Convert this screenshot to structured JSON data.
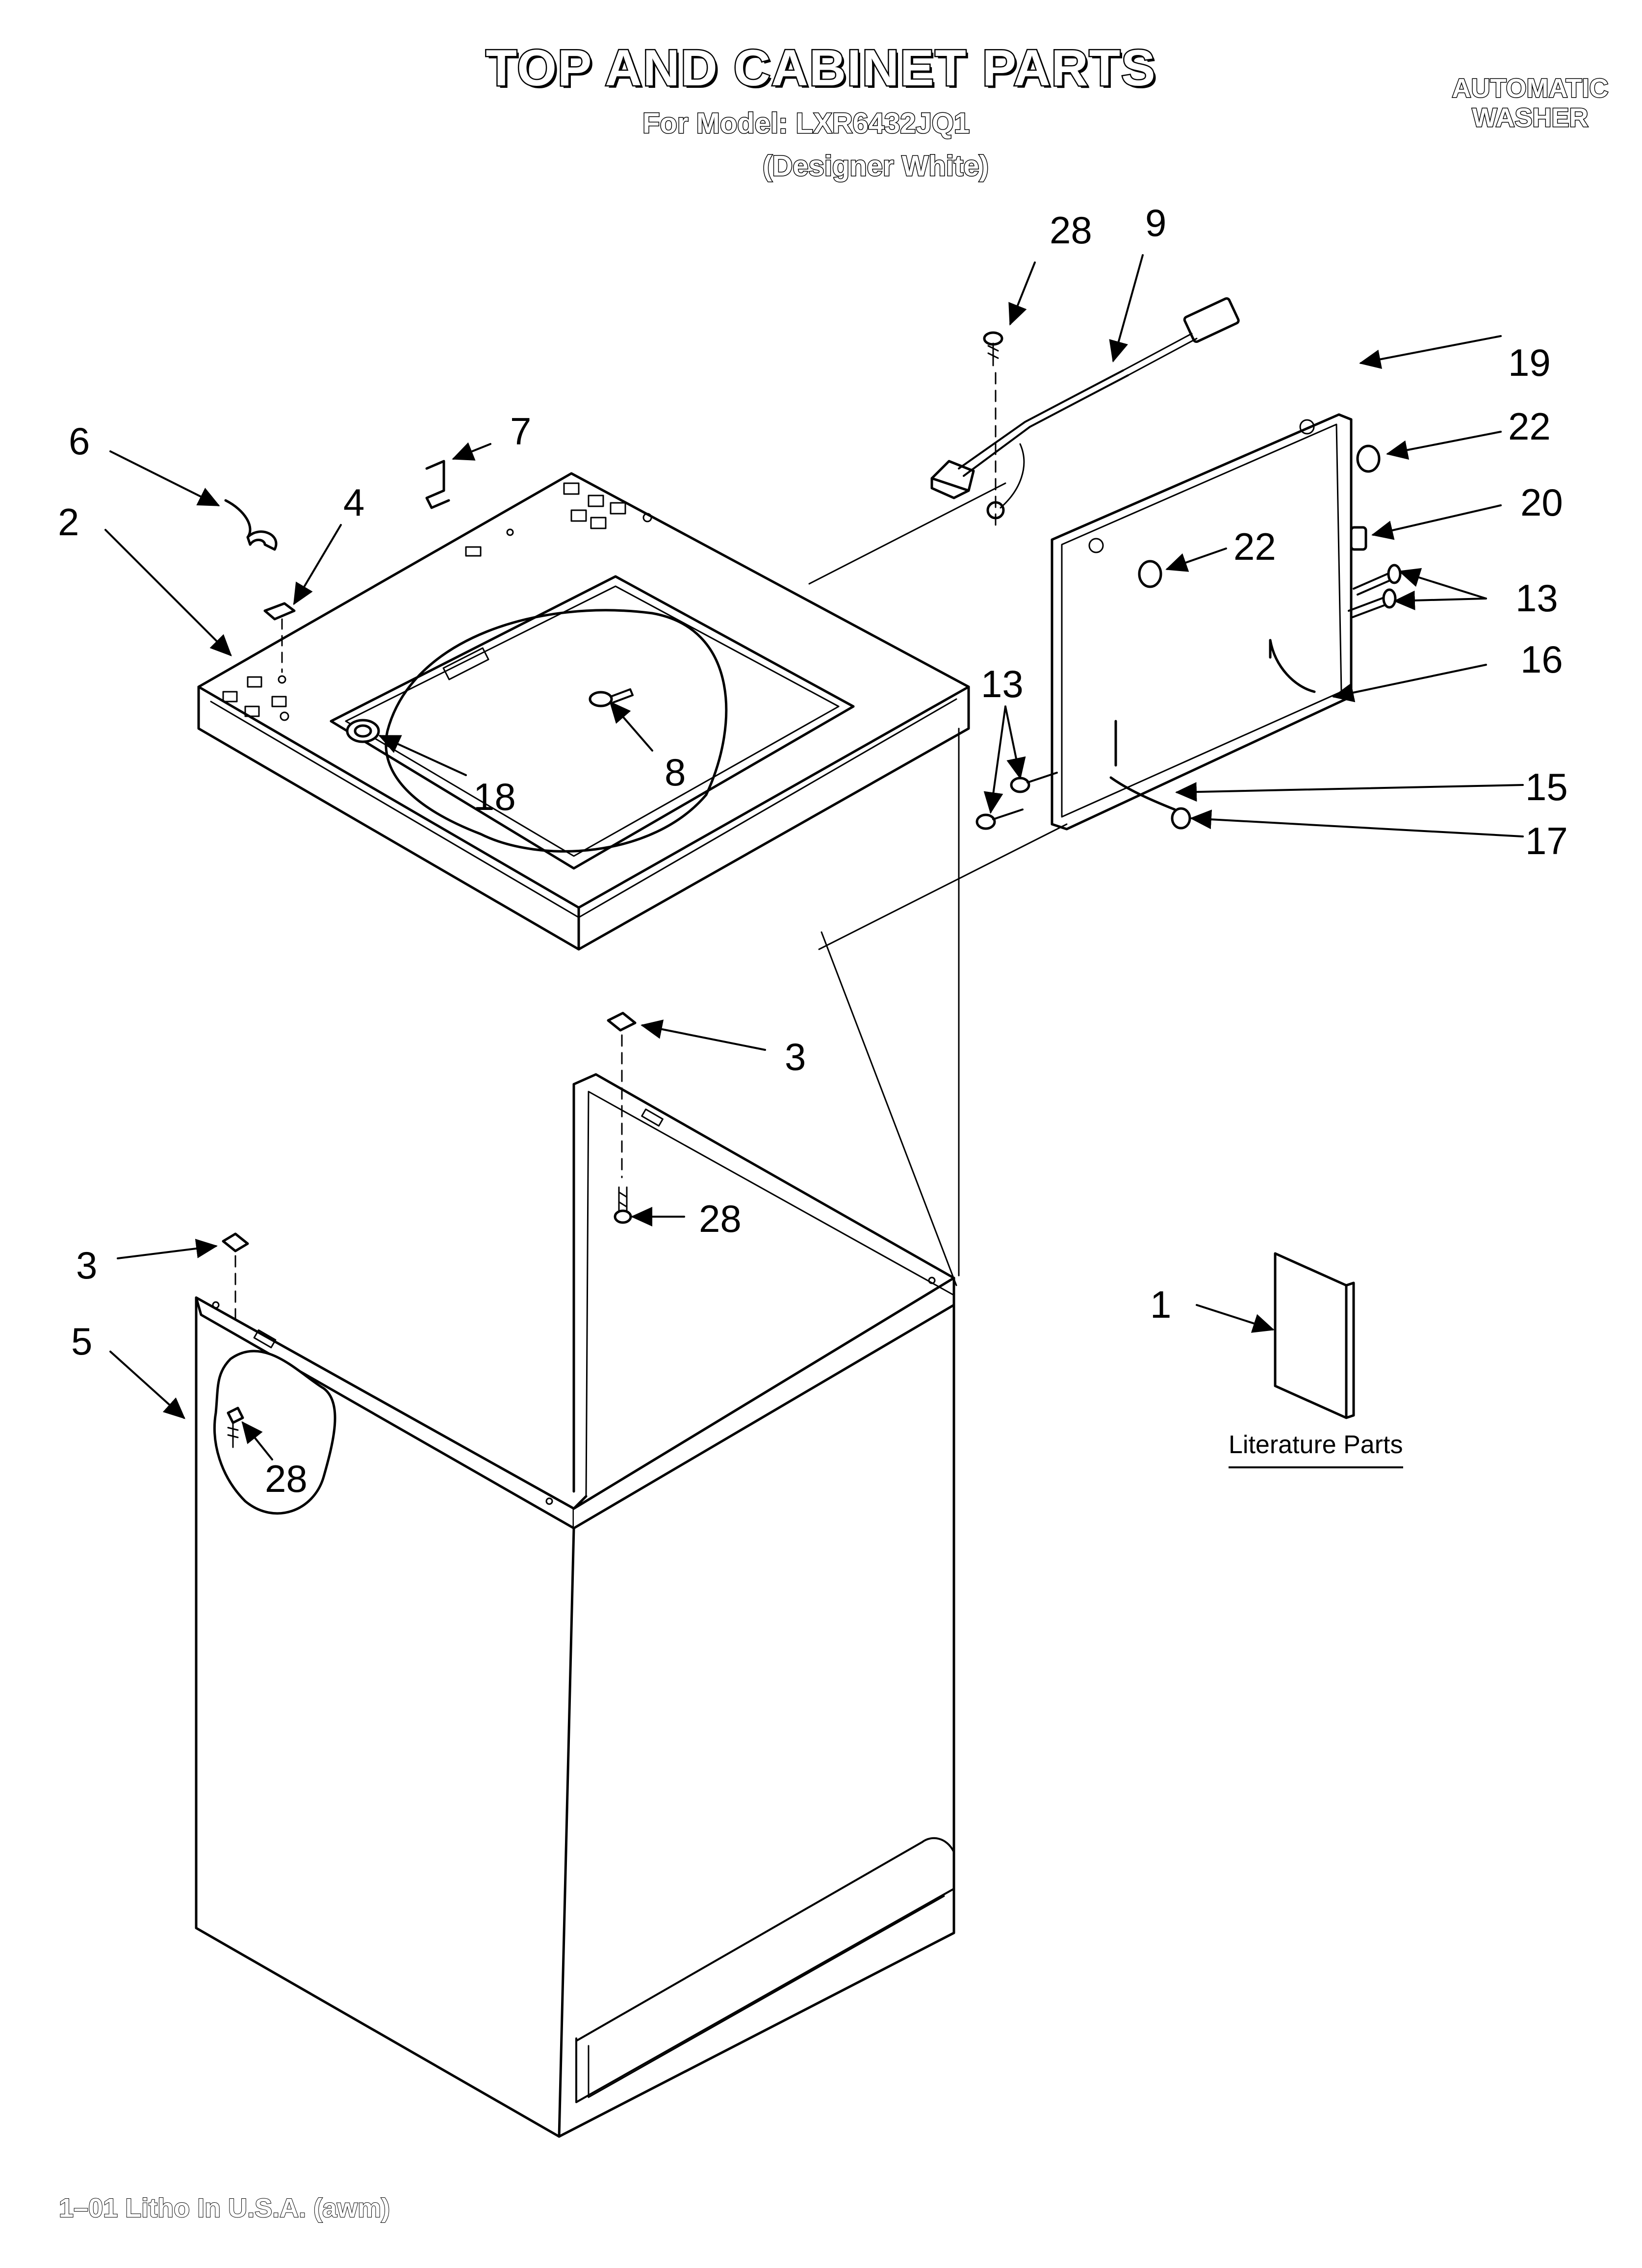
{
  "header": {
    "title": "TOP AND CABINET PARTS",
    "model_line": "For Model: LXR6432JQ1",
    "variant": "(Designer White)",
    "product_line1": "AUTOMATIC",
    "product_line2": "WASHER"
  },
  "callouts": {
    "c28a": "28",
    "c9": "9",
    "c19": "19",
    "c22a": "22",
    "c6": "6",
    "c7": "7",
    "c20": "20",
    "c4": "4",
    "c2": "2",
    "c22b": "22",
    "c13a": "13",
    "c16": "16",
    "c13b": "13",
    "c8": "8",
    "c18": "18",
    "c15": "15",
    "c17": "17",
    "c3a": "3",
    "c28b": "28",
    "c3b": "3",
    "c1": "1",
    "c5": "5",
    "c28c": "28"
  },
  "literature_label": "Literature Parts",
  "footer": "1–01 Litho In U.S.A. (awm)"
}
